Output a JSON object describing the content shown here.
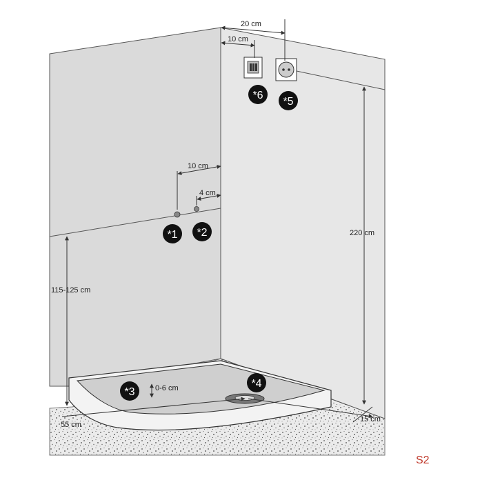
{
  "dimensions": {
    "socket_spacing": "20 cm",
    "switch_offset": "10 cm",
    "height_total": "220 cm",
    "valve_spacing": "10 cm",
    "valve_offset": "4 cm",
    "valve_height": "115-125 cm",
    "tray_depth": "0-6 cm",
    "tray_front": "55 cm",
    "tray_side": "15 cm"
  },
  "markers": {
    "m1": "*1",
    "m2": "*2",
    "m3": "*3",
    "m4": "*4",
    "m5": "*5",
    "m6": "*6"
  },
  "figure_code": "S2",
  "colors": {
    "wall_left": "#d8d8d8",
    "wall_right": "#e6e6e6",
    "floor": "#e4e4e4",
    "line": "#444444",
    "marker": "#111111",
    "code": "#c0392b"
  }
}
